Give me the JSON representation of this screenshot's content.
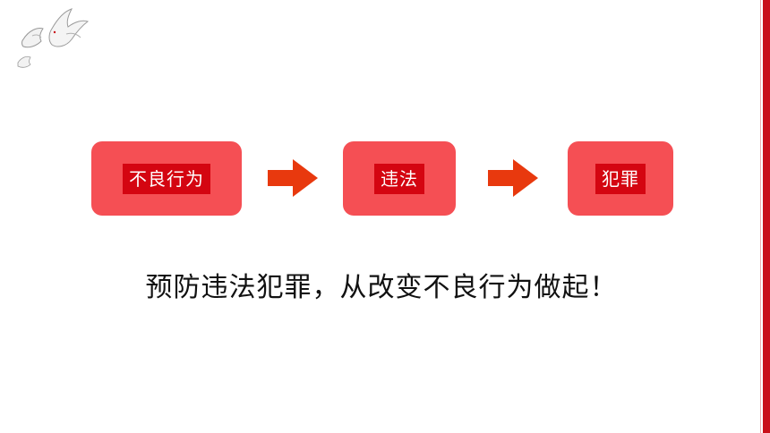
{
  "flow": {
    "steps": [
      {
        "label": "不良行为"
      },
      {
        "label": "违法"
      },
      {
        "label": "犯罪"
      }
    ]
  },
  "slogan": "预防违法犯罪，从改变不良行为做起！",
  "colors": {
    "box_fill": "#f54f54",
    "label_fill": "#d40511",
    "arrow": "#e8390e",
    "accent_bar": "#c8101a"
  },
  "icons": [
    "dove-icon",
    "arrow-right-icon"
  ]
}
